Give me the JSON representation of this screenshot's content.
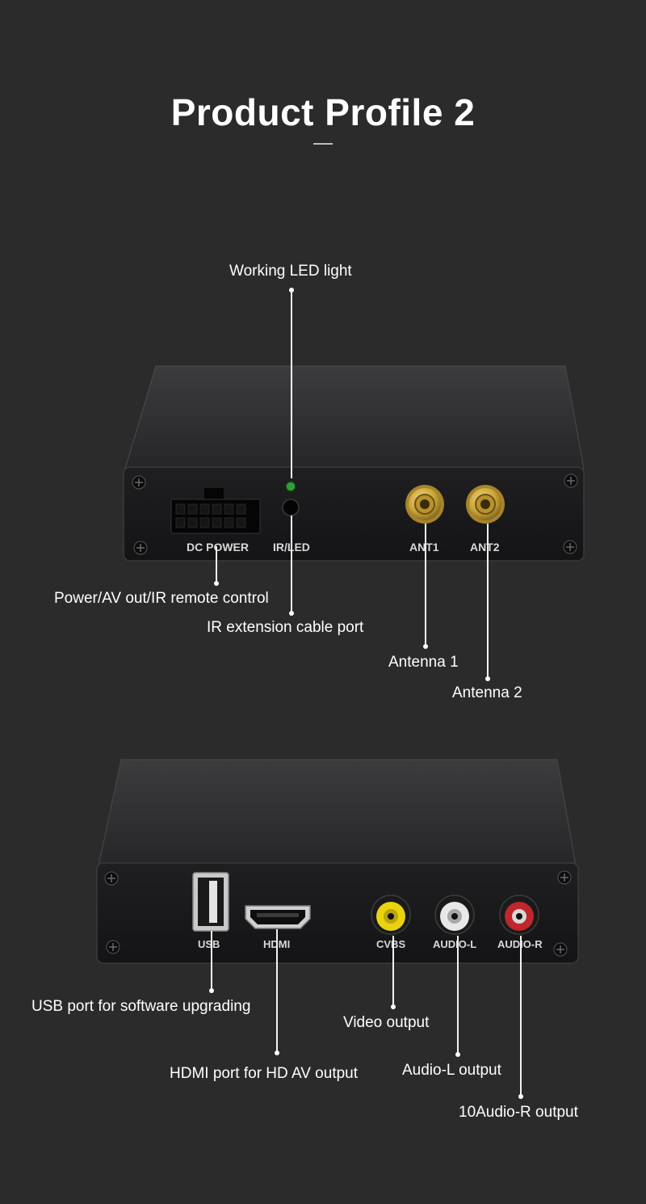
{
  "page": {
    "title": "Product Profile 2"
  },
  "front_panel": {
    "port_labels": {
      "dc_power": "DC POWER",
      "ir_led": "IR/LED",
      "ant1": "ANT1",
      "ant2": "ANT2"
    },
    "callouts": {
      "led": "Working LED light",
      "power": "Power/AV out/IR remote control",
      "ir": "IR extension cable port",
      "antenna1": "Antenna 1",
      "antenna2": "Antenna 2"
    }
  },
  "rear_panel": {
    "port_labels": {
      "usb": "USB",
      "hdmi": "HDMI",
      "cvbs": "CVBS",
      "audio_l": "AUDIO-L",
      "audio_r": "AUDIO-R"
    },
    "callouts": {
      "usb": "USB port for software upgrading",
      "video": "Video output",
      "hdmi": "HDMI port for HD AV output",
      "audio_l": "Audio-L output",
      "audio_r": "10Audio-R output"
    }
  },
  "colors": {
    "background": "#2b2b2b",
    "led_green": "#2f9e3a",
    "rca_yellow": "#e9d210",
    "rca_white": "#e8e8e8",
    "rca_red": "#c0262c",
    "sma_gold": "#c9a43a"
  }
}
